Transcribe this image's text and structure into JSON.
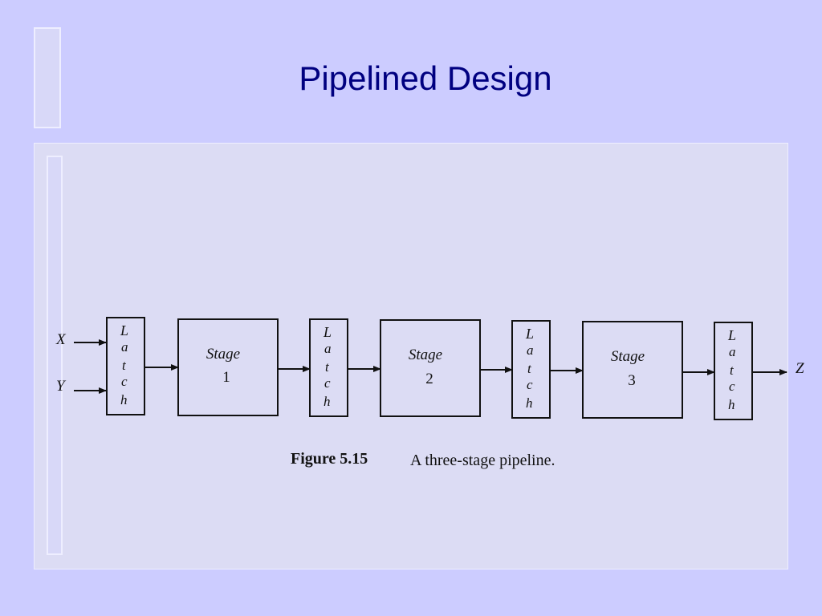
{
  "slide": {
    "title": "Pipelined Design"
  },
  "diagram": {
    "inputs": [
      "X",
      "Y"
    ],
    "output": "Z",
    "latch_letters": [
      "L",
      "a",
      "t",
      "c",
      "h"
    ],
    "stages": [
      {
        "label": "Stage",
        "number": "1"
      },
      {
        "label": "Stage",
        "number": "2"
      },
      {
        "label": "Stage",
        "number": "3"
      }
    ],
    "caption_label": "Figure 5.15",
    "caption_text": "A three-stage pipeline."
  },
  "colors": {
    "background": "#ccccff",
    "title": "#000080",
    "panel": "#dcdcf4"
  }
}
